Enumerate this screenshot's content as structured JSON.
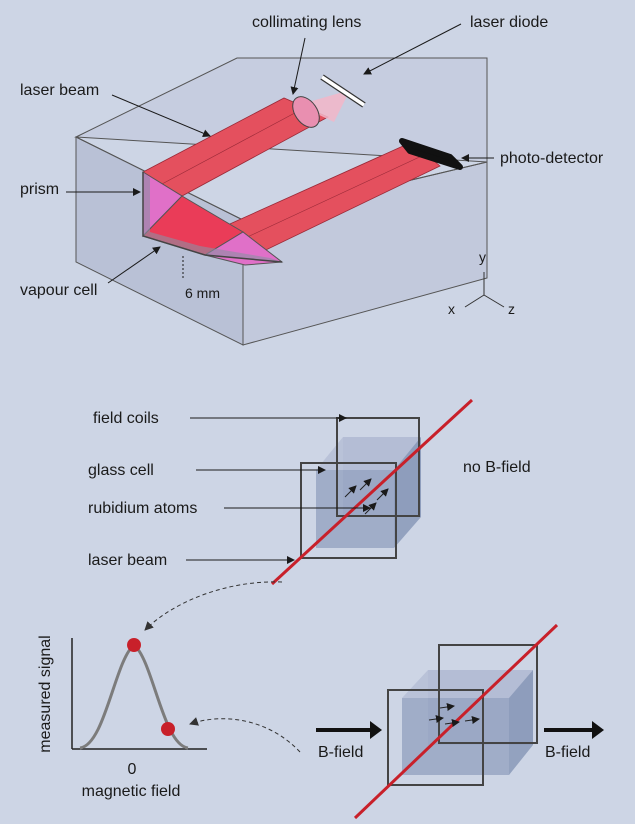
{
  "background_color": "#cdd5e5",
  "beam_color": "#e4505e",
  "prism_color": "#e070c8",
  "dot_color": "#c8202a",
  "top_diagram": {
    "collimating_lens": "collimating lens",
    "laser_diode": "laser diode",
    "laser_beam": "laser beam",
    "prism": "prism",
    "photo_detector": "photo-detector",
    "vapour_cell": "vapour cell",
    "dimension": "6 mm",
    "axis_y": "y",
    "axis_x": "x",
    "axis_z": "z"
  },
  "middle_diagram": {
    "field_coils": "field coils",
    "glass_cell": "glass cell",
    "rubidium_atoms": "rubidium atoms",
    "laser_beam": "laser beam",
    "state": "no B-field"
  },
  "signal_plot": {
    "ylabel": "measured signal",
    "xtick": "0",
    "xlabel": "magnetic field"
  },
  "bottom_diagram": {
    "b_field_in": "B-field",
    "b_field_out": "B-field"
  }
}
